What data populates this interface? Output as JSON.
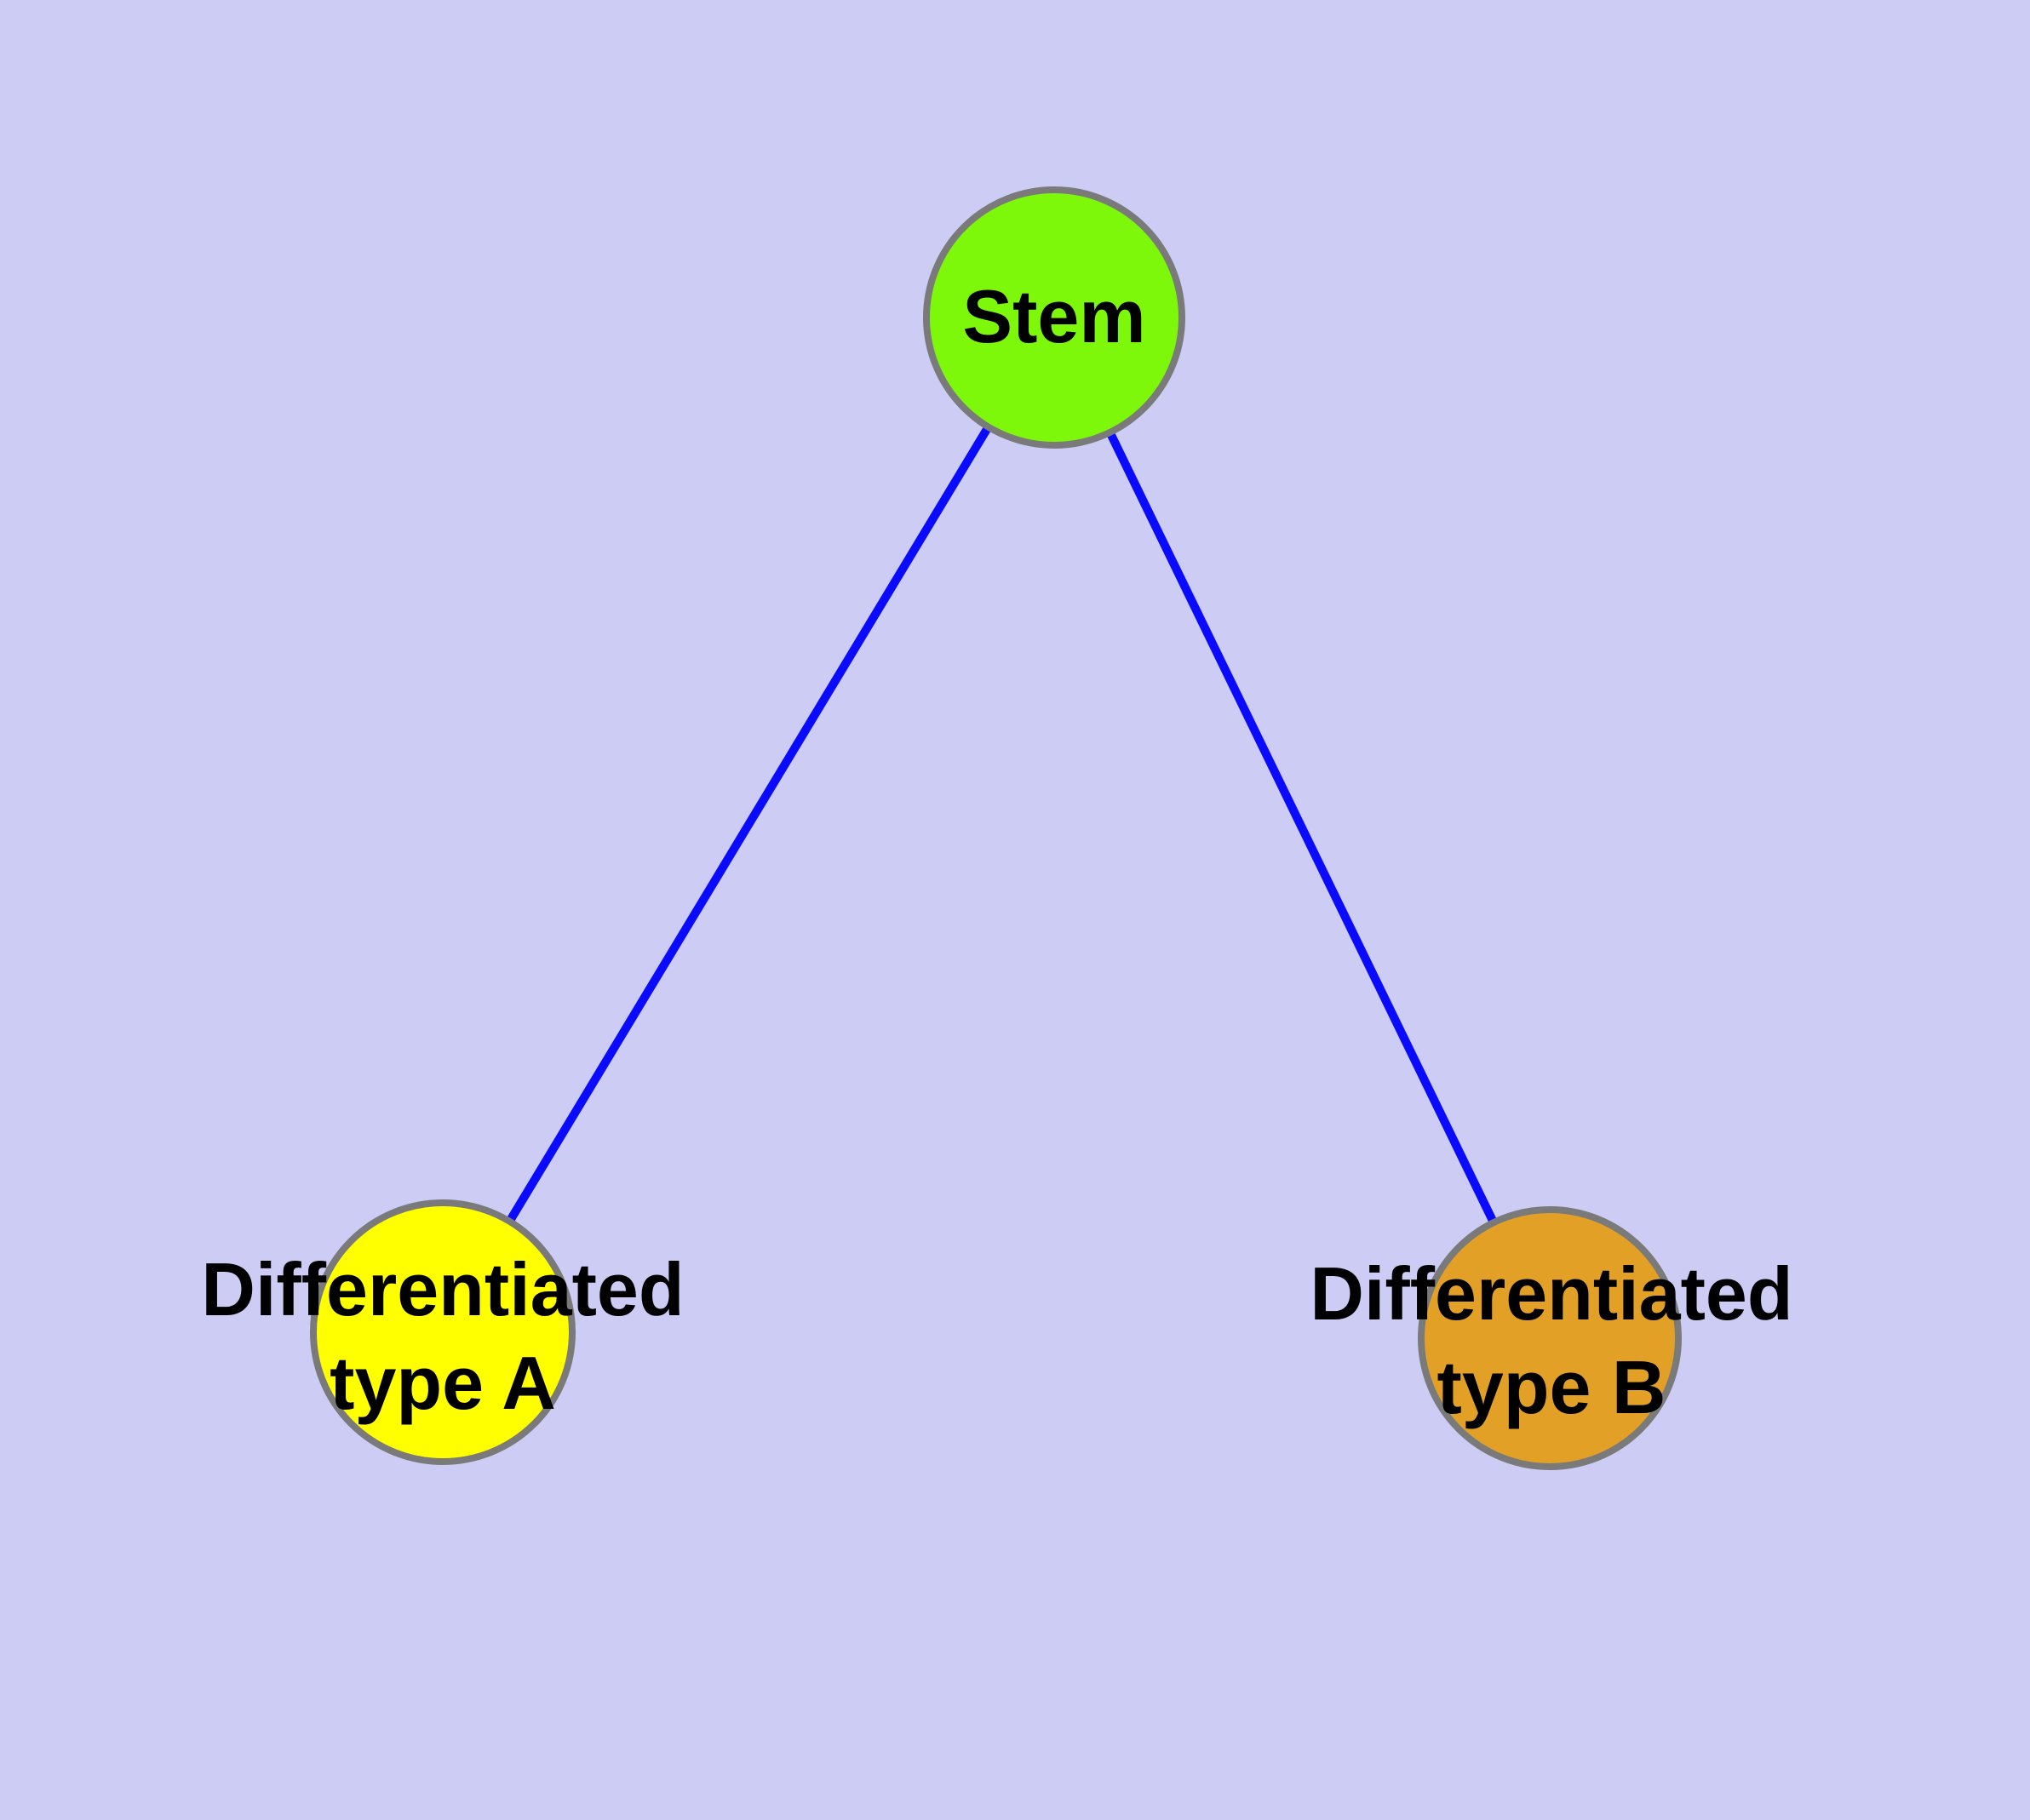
{
  "diagram": {
    "type": "node-link-graph",
    "background_color": "#CCCCF5",
    "edge_color": "#0A0AFF",
    "node_border_color": "#7A7A7A",
    "label_color": "#000000",
    "nodes": {
      "stem": {
        "label": "Stem",
        "fill": "#7DF70A",
        "shape": "circle"
      },
      "type_a": {
        "label": "Differentiated\ntype A",
        "fill": "#FFFF00",
        "shape": "circle"
      },
      "type_b": {
        "label": "Differentiated\ntype B",
        "fill": "#E2A126",
        "shape": "circle"
      }
    },
    "edges": [
      {
        "from": "Stem",
        "to": "Differentiated type A"
      },
      {
        "from": "Stem",
        "to": "Differentiated type B"
      }
    ]
  }
}
